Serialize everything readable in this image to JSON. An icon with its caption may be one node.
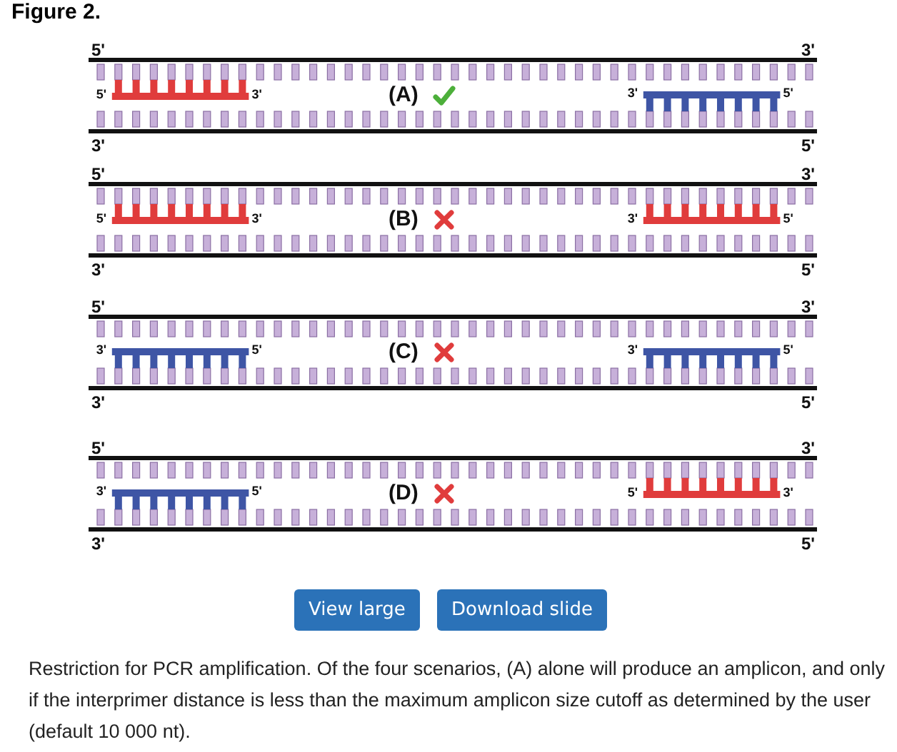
{
  "diagram": {
    "title": "Figure 2.",
    "caption": "Restriction for PCR amplification. Of the four scenarios, (A) alone will produce an amplicon, and only if the interprimer distance is less than the maximum amplicon size cutoff as determined by the user (default 10 000 nt).",
    "labels": [
      "5'",
      "3'",
      "5'",
      "3'",
      "(A)",
      "3'",
      "5'",
      "3'",
      "5'",
      "5'",
      "3'",
      "5'",
      "3'",
      "(B)",
      "3'",
      "5'",
      "3'",
      "5'",
      "5'",
      "3'",
      "3'",
      "5'",
      "(C)",
      "3'",
      "5'",
      "3'",
      "5'",
      "5'",
      "3'",
      "3'",
      "5'",
      "(D)",
      "5'",
      "3'",
      "3'",
      "5'",
      "View large",
      "Download slide"
    ]
  }
}
